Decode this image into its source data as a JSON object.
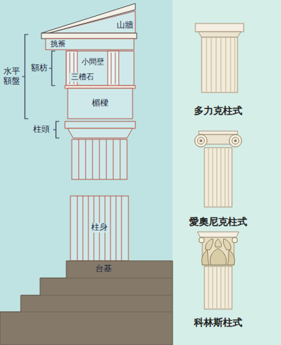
{
  "diagram": {
    "labels": [
      "山牆",
      "挑簷",
      "水平額盤",
      "額枋",
      "小間壁",
      "三槽石",
      "楣樑",
      "柱頭",
      "柱身",
      "台基",
      "多力克柱式",
      "愛奧尼克柱式",
      "科林斯柱式"
    ]
  }
}
